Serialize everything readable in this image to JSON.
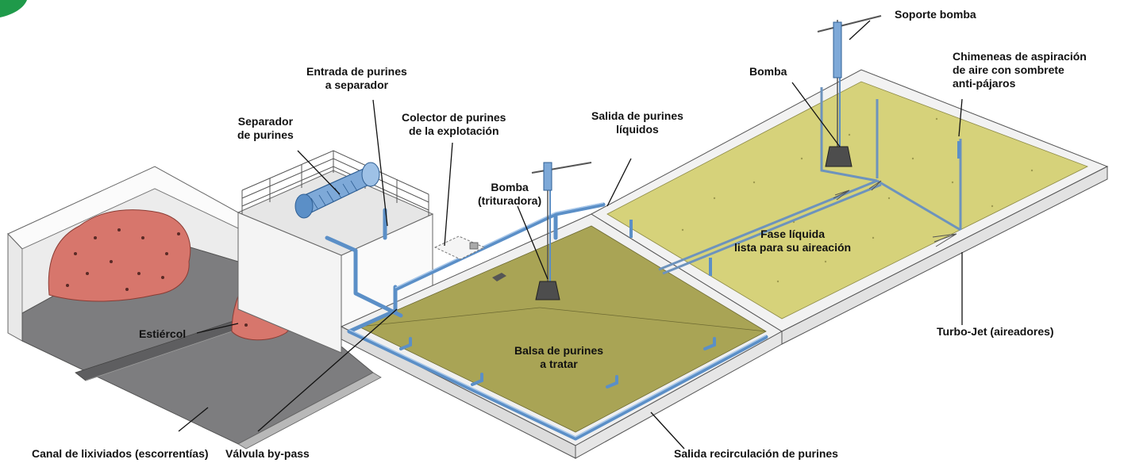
{
  "labels": {
    "soporte_bomba": "Soporte bomba",
    "chimeneas": [
      "Chimeneas de aspiración",
      "de aire con sombrete",
      "anti-pájaros"
    ],
    "bomba_right": "Bomba",
    "entrada": [
      "Entrada de purines",
      "a separador"
    ],
    "separador": [
      "Separador",
      "de purines"
    ],
    "colector": [
      "Colector de purines",
      "de la explotación"
    ],
    "salida_liquidos": [
      "Salida de purines",
      "líquidos"
    ],
    "bomba_trituradora": [
      "Bomba",
      "(trituradora)"
    ],
    "fase_liquida": [
      "Fase líquida",
      "lista para su aireación"
    ],
    "estiercol": "Estiércol",
    "balsa": [
      "Balsa de purines",
      "a tratar"
    ],
    "turbojet": "Turbo-Jet (aireadores)",
    "canal": "Canal de lixiviados (escorrentías)",
    "valvula": "Válvula by-pass",
    "salida_recirculacion": "Salida recirculación de purines"
  },
  "colors": {
    "accent_green": "#1f9a4a",
    "pond_olive": "#a9a455",
    "pond_yellow": "#d6d27a",
    "pipe_blue": "#5b8fc7",
    "manure_red": "#d7766c",
    "floor_gray": "#7d7d7f",
    "wall": "#f0f0f0"
  }
}
